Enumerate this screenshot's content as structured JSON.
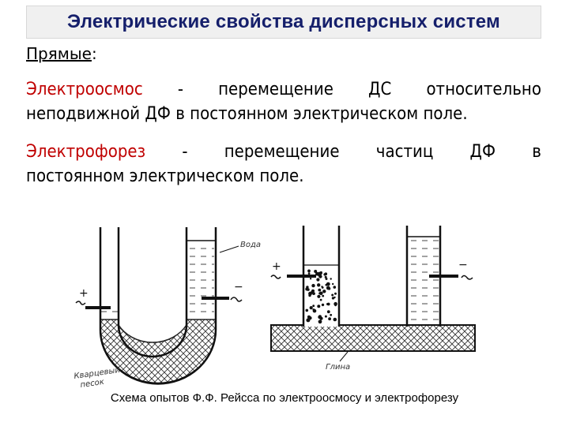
{
  "title": "Электрические свойства дисперсных систем",
  "section": {
    "label": "Прямые",
    "suffix": ":"
  },
  "paragraphs": [
    {
      "term": "Электроосмос",
      "line1_words": [
        "-",
        "перемещение",
        "ДС",
        "относительно"
      ],
      "line2": "неподвижной ДФ в постоянном электрическом поле."
    },
    {
      "term": "Электрофорез",
      "line1_words": [
        "-",
        "перемещение",
        "частиц",
        "ДФ",
        "в"
      ],
      "line2": "постоянном электрическом поле."
    }
  ],
  "figure": {
    "labels": {
      "water": "Вода",
      "quartz_sand_1": "Кварцевый",
      "quartz_sand_2": "песок",
      "clay": "Глина",
      "plus_left": "+",
      "minus_left": "−",
      "plus_right": "+",
      "minus_right": "−"
    },
    "caption": "Схема опытов Ф.Ф. Рейсса по электроосмосу и электрофорезу"
  }
}
